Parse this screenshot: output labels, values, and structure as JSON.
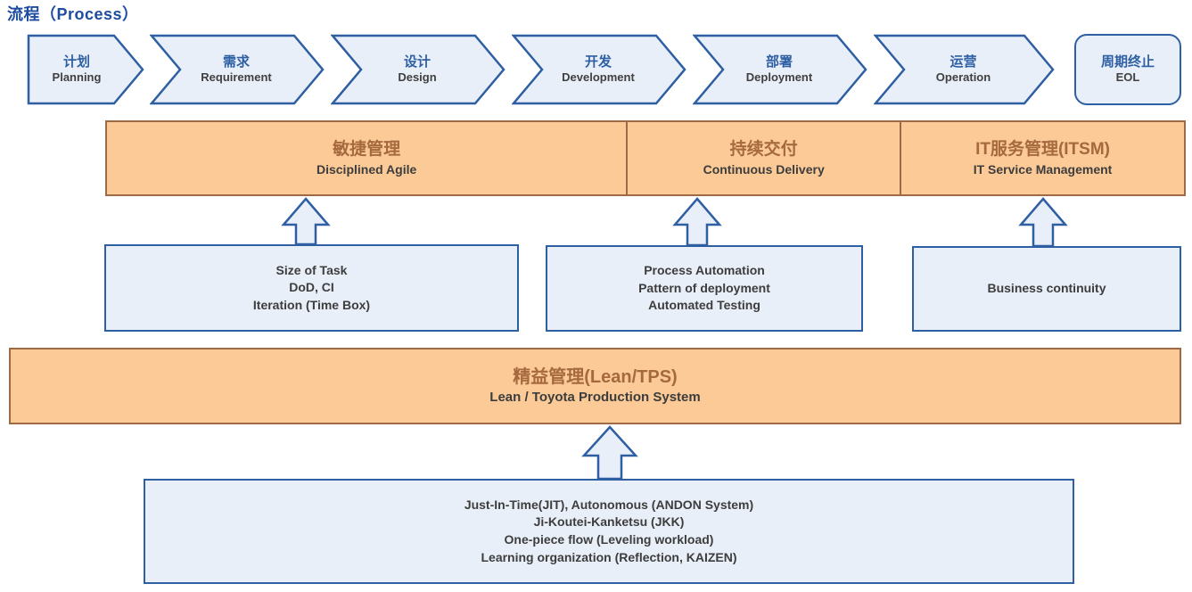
{
  "page": {
    "title": "流程（Process）"
  },
  "process_flow": {
    "steps": [
      {
        "cn": "计划",
        "en": "Planning"
      },
      {
        "cn": "需求",
        "en": "Requirement"
      },
      {
        "cn": "设计",
        "en": "Design"
      },
      {
        "cn": "开发",
        "en": "Development"
      },
      {
        "cn": "部署",
        "en": "Deployment"
      },
      {
        "cn": "运营",
        "en": "Operation"
      }
    ],
    "terminal": {
      "cn": "周期终止",
      "en": "EOL"
    }
  },
  "practice_bar": {
    "sections": [
      {
        "cn": "敏捷管理",
        "en": "Disciplined Agile"
      },
      {
        "cn": "持续交付",
        "en": "Continuous Delivery"
      },
      {
        "cn": "IT服务管理(ITSM)",
        "en": "IT Service Management"
      }
    ]
  },
  "detail_boxes": [
    {
      "lines": [
        "Size of Task",
        "DoD, CI",
        "Iteration (Time Box)"
      ]
    },
    {
      "lines": [
        "Process Automation",
        "Pattern of deployment",
        "Automated Testing"
      ]
    },
    {
      "lines": [
        "Business continuity"
      ]
    }
  ],
  "lean_bar": {
    "cn": "精益管理(Lean/TPS)",
    "en": "Lean / Toyota Production System"
  },
  "lean_box": {
    "lines": [
      "Just-In-Time(JIT), Autonomous (ANDON System)",
      "Ji-Koutei-Kanketsu (JKK)",
      "One-piece flow (Leveling workload)",
      "Learning organization (Reflection, KAIZEN)"
    ]
  },
  "appearance": {
    "title_color": "#1d4ca0",
    "chevron_fill": "#e9eff9",
    "chevron_border": "#2e5fa3",
    "chevron_cn_color": "#2e5fa3",
    "orange_fill": "#fbca97",
    "orange_border": "#9e6a45",
    "orange_cn_color": "#a5693d",
    "body_text_color": "#3d3d3d"
  }
}
